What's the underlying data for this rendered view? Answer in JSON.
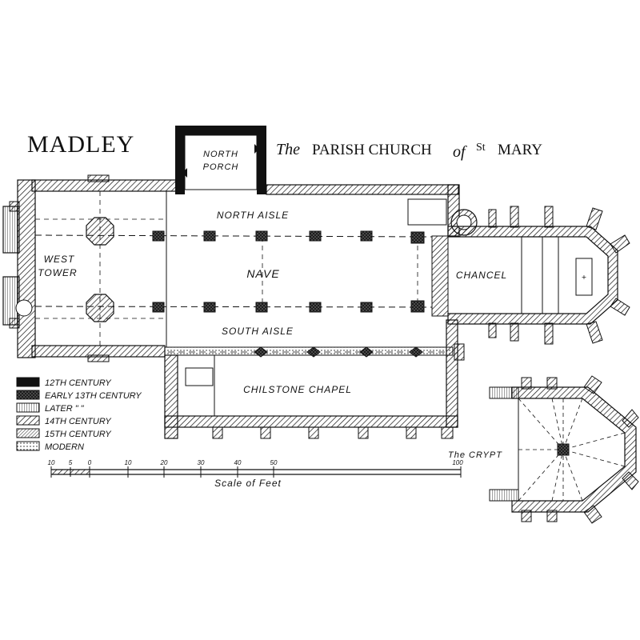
{
  "title": "MADLEY",
  "subtitle": {
    "pre": "The",
    "main": "PARISH CHURCH",
    "of": "of",
    "saint": "St",
    "name": "MARY"
  },
  "labels": {
    "north_porch_1": "NORTH",
    "north_porch_2": "PORCH",
    "north_aisle": "NORTH AISLE",
    "west_tower_1": "WEST",
    "west_tower_2": "TOWER",
    "nave": "NAVE",
    "chancel": "CHANCEL",
    "south_aisle": "SOUTH AISLE",
    "chilstone_chapel": "CHILSTONE CHAPEL",
    "crypt": "The CRYPT"
  },
  "legend": [
    {
      "label": "12TH CENTURY",
      "fill": "solid"
    },
    {
      "label": "EARLY 13TH CENTURY",
      "fill": "dark-hatch"
    },
    {
      "label": "LATER \" \"",
      "fill": "vertical-lines"
    },
    {
      "label": "14TH CENTURY",
      "fill": "diag-hatch"
    },
    {
      "label": "15TH CENTURY",
      "fill": "diag-hatch-fine"
    },
    {
      "label": "MODERN",
      "fill": "dots"
    }
  ],
  "scale": {
    "ticks": [
      "10",
      "5",
      "0",
      "10",
      "20",
      "30",
      "40",
      "50",
      "100"
    ],
    "caption": "Scale of Feet"
  },
  "colors": {
    "ink": "#111111",
    "paper": "#ffffff"
  }
}
